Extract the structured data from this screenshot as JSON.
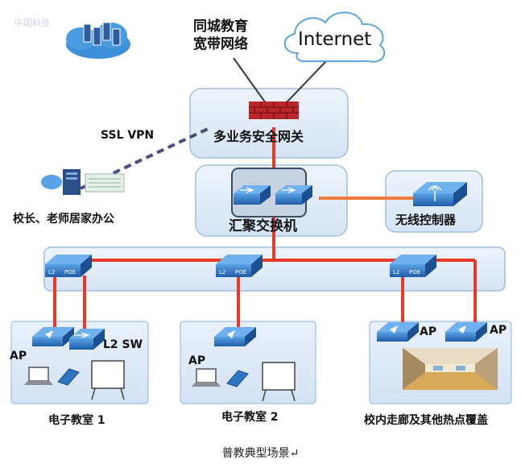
{
  "labels": {
    "city_network": [
      "同城教育",
      "宽带网络"
    ],
    "internet": "Internet",
    "gateway": "多业务安全网关",
    "ssl_vpn": "SSL VPN",
    "home_office": "校长、老师居家办公",
    "agg_switch": "汇聚交换机",
    "wireless_ctrl": "无线控制器",
    "classroom1": "电子教室 1",
    "classroom2": "电子教室 2",
    "corridor": "校内走廊及其他热点覆盖",
    "ap": "AP",
    "l2sw": "L2 SW",
    "switch_tag_l2": "L2",
    "switch_tag_poe": "POE"
  },
  "watermark": "中国科技",
  "caption": "普教典型场景↵",
  "colors": {
    "red_link": "#e8392b",
    "orange_link": "#f07a3a",
    "panel_fill": "#dde9f7",
    "panel_stroke": "#9fbfe0",
    "device_blue": "#2e74c0",
    "vpn_dash": "#4b4f7a"
  }
}
